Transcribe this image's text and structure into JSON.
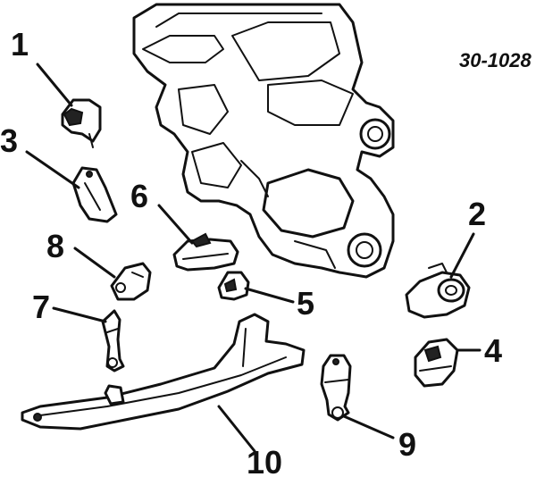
{
  "diagram": {
    "ref_code": "30-1028",
    "callouts": [
      {
        "id": "1",
        "label": "1"
      },
      {
        "id": "2",
        "label": "2"
      },
      {
        "id": "3",
        "label": "3"
      },
      {
        "id": "4",
        "label": "4"
      },
      {
        "id": "5",
        "label": "5"
      },
      {
        "id": "6",
        "label": "6"
      },
      {
        "id": "7",
        "label": "7"
      },
      {
        "id": "8",
        "label": "8"
      },
      {
        "id": "9",
        "label": "9"
      },
      {
        "id": "10",
        "label": "10"
      }
    ]
  }
}
